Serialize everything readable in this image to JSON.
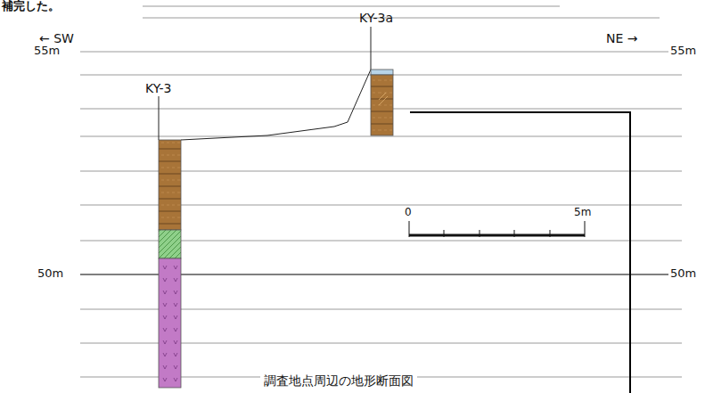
{
  "diagram": {
    "caption": "調査地点周辺の地形断面図",
    "labels": [
      "補完した。",
      "← SW",
      "KY-3a",
      "NE →",
      "KY-3",
      "55m",
      "55m",
      "0",
      "5m",
      "50m",
      "50m"
    ]
  }
}
